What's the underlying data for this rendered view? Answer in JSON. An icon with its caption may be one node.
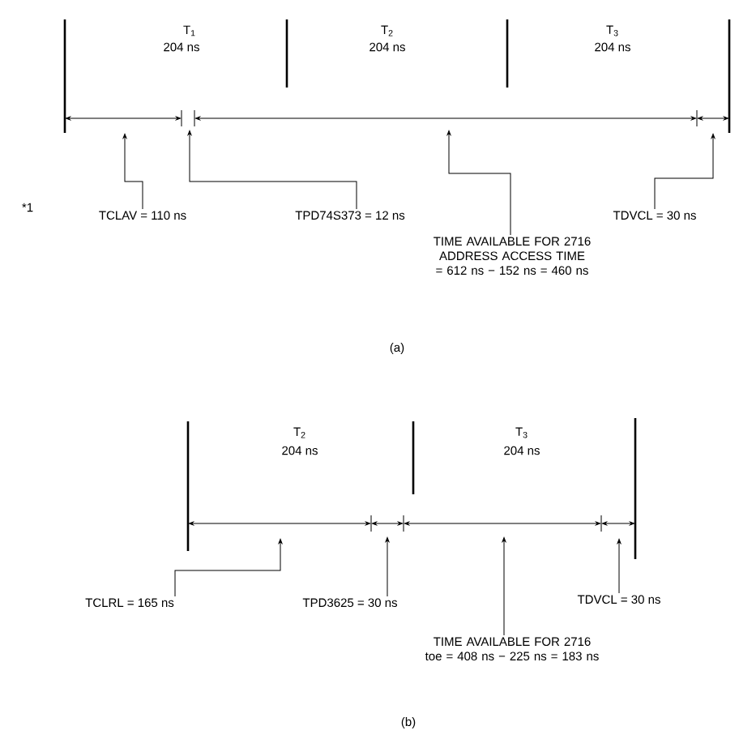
{
  "diagram": {
    "nodes": [
      {
        "text": [
          "TCLAV = 110 ns"
        ]
      },
      {
        "text": [
          "TPD74S373 = 12 ns"
        ]
      },
      {
        "text": [
          "TIME AVAILABLE FOR 2716 ADDRESS ACCESS TIME = 612 ns − 152 ns = 460 ns"
        ]
      },
      {
        "text": [
          "TDVCL = 30 ns"
        ]
      },
      {
        "text": [
          "TCLRL = 165 ns"
        ]
      },
      {
        "text": [
          "TPD3625 = 30 ns"
        ]
      },
      {
        "text": [
          "TIME AVAILABLE FOR 2716 toe = 408 ns − 225 ns = 183 ns"
        ]
      },
      {
        "text": [
          "TDVCL = 30 ns"
        ]
      }
    ],
    "edges": [
      {
        "from": 0,
        "to": null,
        "arrow": "to"
      },
      {
        "from": 1,
        "to": null,
        "arrow": "to"
      },
      {
        "from": 2,
        "to": null,
        "arrow": "to"
      },
      {
        "from": 3,
        "to": null,
        "arrow": "to"
      },
      {
        "from": 4,
        "to": null,
        "arrow": "to"
      },
      {
        "from": 5,
        "to": null,
        "arrow": "to"
      },
      {
        "from": 6,
        "to": null,
        "arrow": "to"
      },
      {
        "from": 7,
        "to": null,
        "arrow": "to"
      }
    ],
    "labels": [
      "T$_{1}$",
      "204 ns",
      "T$_{2}$",
      "204 ns",
      "T$_{3}$",
      "204 ns",
      "*1",
      "(a)",
      "T$_{2}$",
      "204 ns",
      "T$_{3}$",
      "204 ns",
      "(b)"
    ]
  }
}
